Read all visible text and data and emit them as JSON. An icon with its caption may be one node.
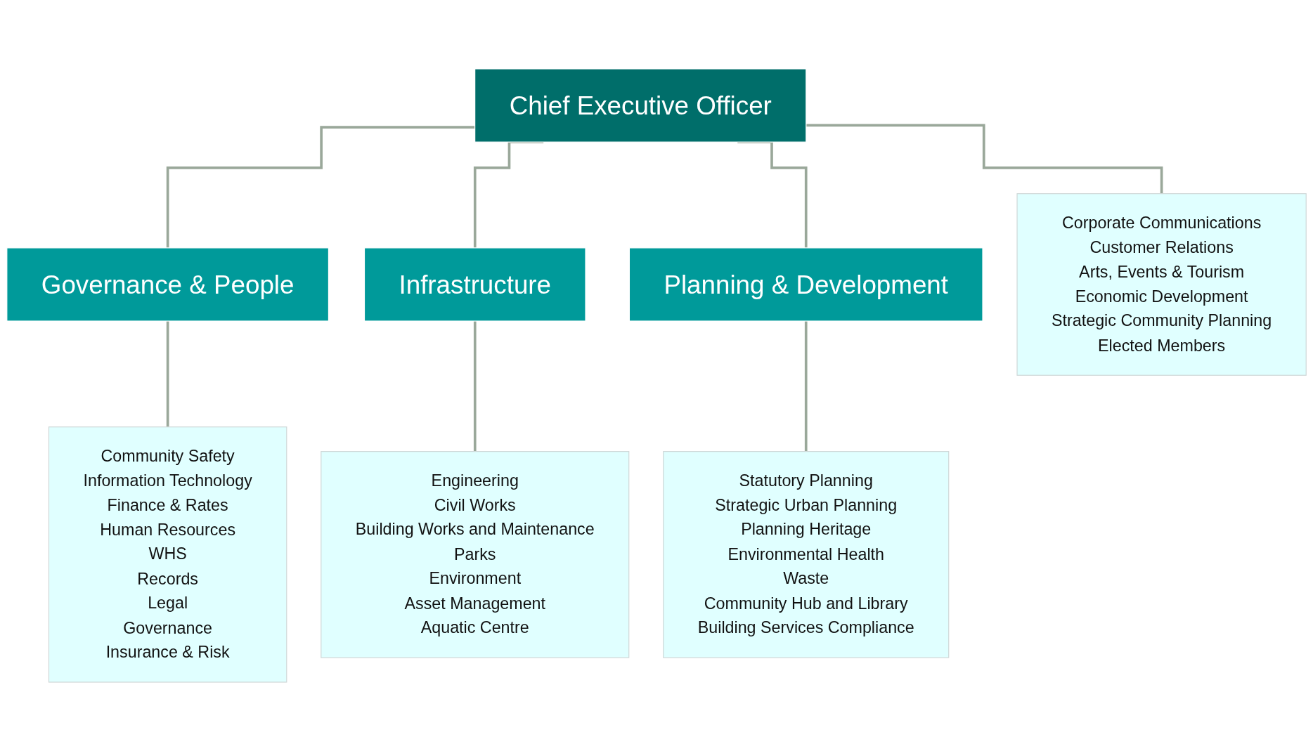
{
  "diagram": {
    "nodes": [
      {
        "text": [
          "Chief Executive Officer"
        ]
      },
      {
        "text": [
          "Governance & People"
        ]
      },
      {
        "text": [
          "Infrastructure"
        ]
      },
      {
        "text": [
          "Planning & Development"
        ]
      },
      {
        "text": [
          "Corporate Communications",
          "Customer Relations",
          "Arts, Events & Tourism",
          "Economic Development",
          "Strategic Community Planning",
          "Elected Members"
        ]
      },
      {
        "text": [
          "Community Safety",
          "Information Technology",
          "Finance & Rates",
          "Human Resources",
          "WHS",
          "Records",
          "Legal",
          "Governance",
          "Insurance & Risk"
        ]
      },
      {
        "text": [
          "Engineering",
          "Civil Works",
          "Building Works and Maintenance",
          "Parks",
          "Environment",
          "Asset Management",
          "Aquatic Centre"
        ]
      },
      {
        "text": [
          "Statutory Planning",
          "Strategic Urban Planning",
          "Planning Heritage",
          "Environmental Health",
          "Waste",
          "Community Hub and Library",
          "Building Services Compliance"
        ]
      }
    ],
    "edges": [
      {
        "from": 0,
        "to": 1,
        "arrow": "none"
      },
      {
        "from": 0,
        "to": 2,
        "arrow": "none"
      },
      {
        "from": 0,
        "to": 3,
        "arrow": "none"
      },
      {
        "from": 0,
        "to": 4,
        "arrow": "none"
      },
      {
        "from": 1,
        "to": 5,
        "arrow": "none"
      },
      {
        "from": 2,
        "to": 6,
        "arrow": "none"
      },
      {
        "from": 3,
        "to": 7,
        "arrow": "none"
      }
    ]
  }
}
